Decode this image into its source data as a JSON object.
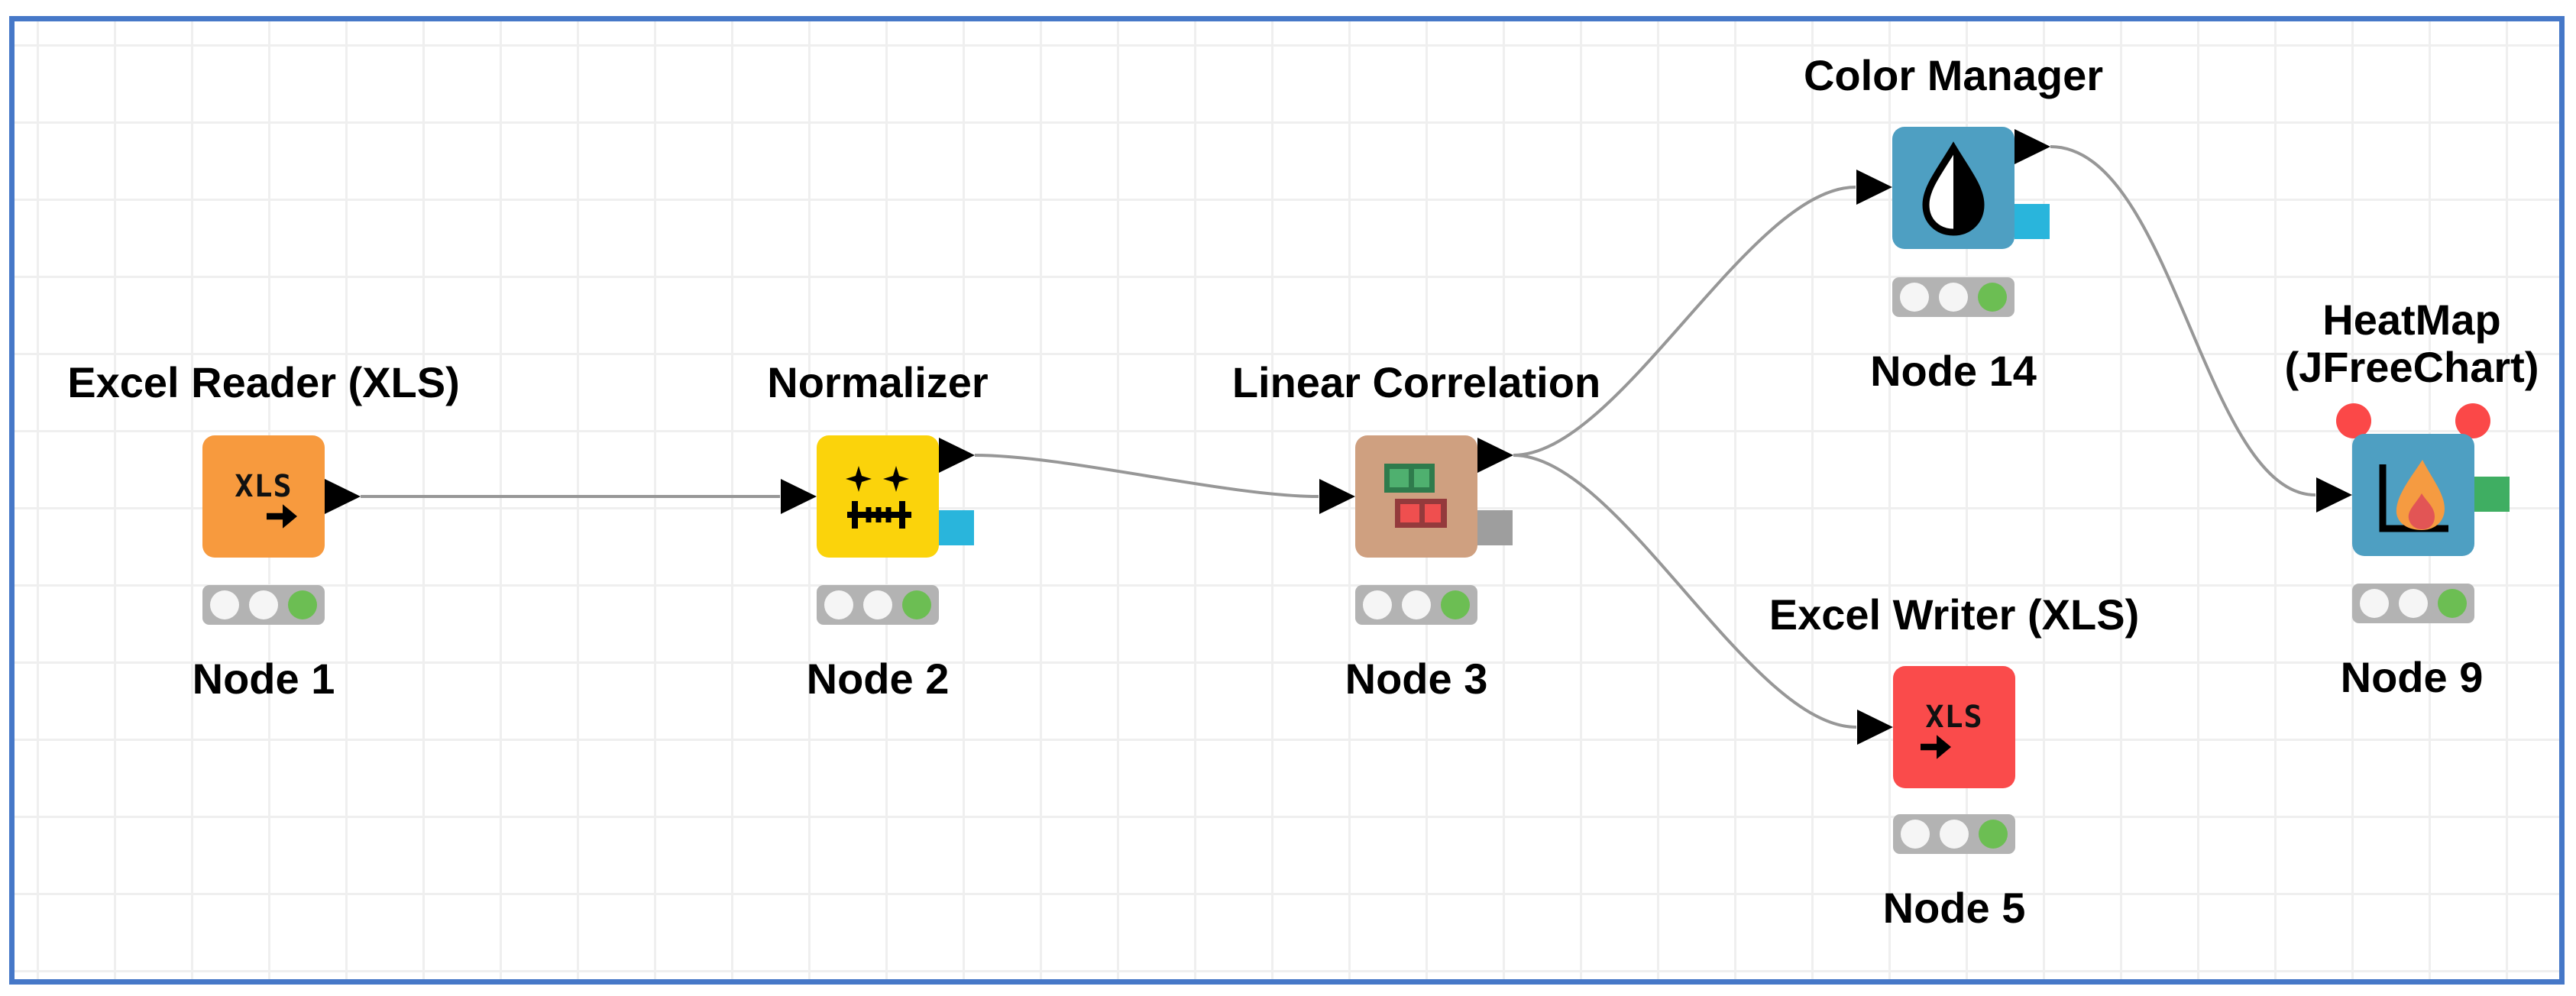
{
  "canvas": {
    "background_color": "#FFFFFF",
    "border_color": "#4678C8",
    "grid_color": "#EFEFEF",
    "connection_color": "#979797"
  },
  "nodes": [
    {
      "title": "Excel Reader (XLS)",
      "label": "Node 1",
      "icon_text": "XLS",
      "icon_name": "xls-file-import-icon",
      "color": "#F79A3E",
      "status_light": "green",
      "ports": {
        "inputs": [],
        "outputs": [
          "data-triangle"
        ]
      }
    },
    {
      "title": "Normalizer",
      "label": "Node 2",
      "icon_name": "normalizer-axis-icon",
      "color": "#FBD30B",
      "status_light": "green",
      "ports": {
        "inputs": [
          "data-triangle"
        ],
        "outputs": [
          "data-triangle",
          "model-square-cyan"
        ]
      }
    },
    {
      "title": "Linear Correlation",
      "label": "Node 3",
      "icon_name": "correlation-matrix-icon",
      "color": "#CFA080",
      "status_light": "green",
      "ports": {
        "inputs": [
          "data-triangle"
        ],
        "outputs": [
          "data-triangle",
          "model-square-gray"
        ]
      }
    },
    {
      "title": "Color Manager",
      "label": "Node 14",
      "icon_name": "color-droplet-icon",
      "color": "#4E9FC2",
      "status_light": "green",
      "ports": {
        "inputs": [
          "data-triangle"
        ],
        "outputs": [
          "data-triangle",
          "model-square-cyan"
        ]
      }
    },
    {
      "title": "Excel Writer (XLS)",
      "label": "Node 5",
      "icon_text": "XLS",
      "icon_name": "xls-file-export-icon",
      "color": "#FA4B4B",
      "status_light": "green",
      "ports": {
        "inputs": [
          "data-triangle"
        ],
        "outputs": []
      }
    },
    {
      "title": "HeatMap (JFreeChart)",
      "title_lines": [
        "HeatMap",
        "(JFreeChart)"
      ],
      "label": "Node 9",
      "icon_name": "heatmap-flame-icon",
      "color": "#4E9FC2",
      "status_light": "green",
      "decorations": [
        "red-circle",
        "red-circle"
      ],
      "ports": {
        "inputs": [
          "data-triangle"
        ],
        "outputs": [
          "image-square-green"
        ]
      }
    }
  ],
  "connections": [
    {
      "from": "Node 1",
      "to": "Node 2"
    },
    {
      "from": "Node 2",
      "to": "Node 3"
    },
    {
      "from": "Node 3",
      "to": "Node 14"
    },
    {
      "from": "Node 3",
      "to": "Node 5"
    },
    {
      "from": "Node 14",
      "to": "Node 9"
    }
  ],
  "port_colors": {
    "data_triangle": "#000000",
    "model_square_cyan": "#29B5DC",
    "model_square_gray": "#9E9E9E",
    "image_square_green": "#3FAE62",
    "traffic_light_green": "#6CBE53",
    "traffic_light_off": "#F5F5F5",
    "red_circle": "#FB4848"
  }
}
